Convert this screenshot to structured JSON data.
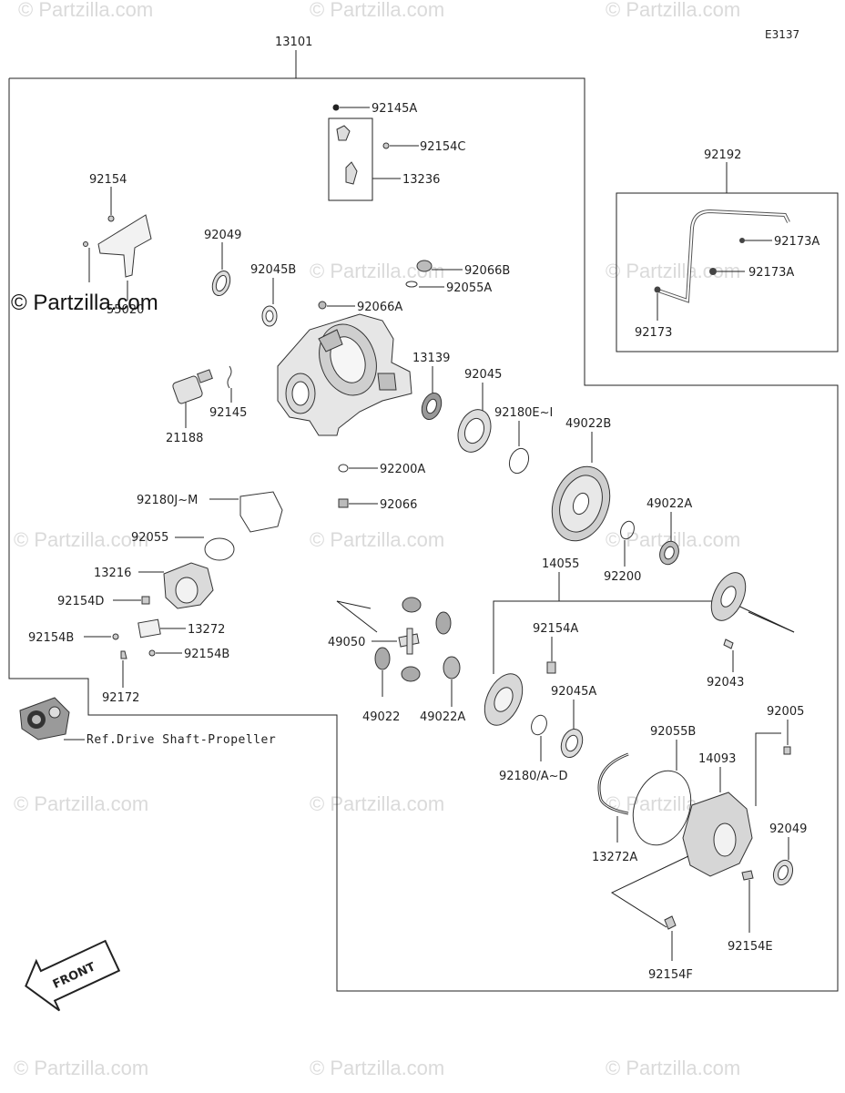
{
  "diagram_code": "E3137",
  "brand_watermark": "© Partzilla.com",
  "watermark_text": "© Partzilla.com",
  "assembly_number": "13101",
  "inset_number": "92192",
  "ref_text": "Ref.Drive Shaft-Propeller",
  "front_text": "FRONT",
  "labels": {
    "p92145A": "92145A",
    "p92154C": "92154C",
    "p13236": "13236",
    "p92154": "92154",
    "p55020": "55020",
    "p92049a": "92049",
    "p92045B": "92045B",
    "p92066B": "92066B",
    "p92055A": "92055A",
    "p92066A": "92066A",
    "p21188": "21188",
    "p92145": "92145",
    "p13139": "13139",
    "p92045": "92045",
    "p92180EI": "92180E~I",
    "p49022B": "49022B",
    "p92200A": "92200A",
    "p92180JM": "92180J~M",
    "p92066": "92066",
    "p49022A": "49022A",
    "p92055": "92055",
    "p92200": "92200",
    "p13216": "13216",
    "p14055": "14055",
    "p92154D": "92154D",
    "p13272": "13272",
    "p92154A": "92154A",
    "p92154B1": "92154B",
    "p92154B2": "92154B",
    "p49050": "49050",
    "p92043": "92043",
    "p92172": "92172",
    "p49022": "49022",
    "p49022A2": "49022A",
    "p92045A": "92045A",
    "p92005": "92005",
    "p92055B": "92055B",
    "p14093": "14093",
    "p92180AD": "92180/A~D",
    "p92049b": "92049",
    "p13272A": "13272A",
    "p92154E": "92154E",
    "p92154F": "92154F",
    "p92173A1": "92173A",
    "p92173A2": "92173A",
    "p92173": "92173"
  }
}
